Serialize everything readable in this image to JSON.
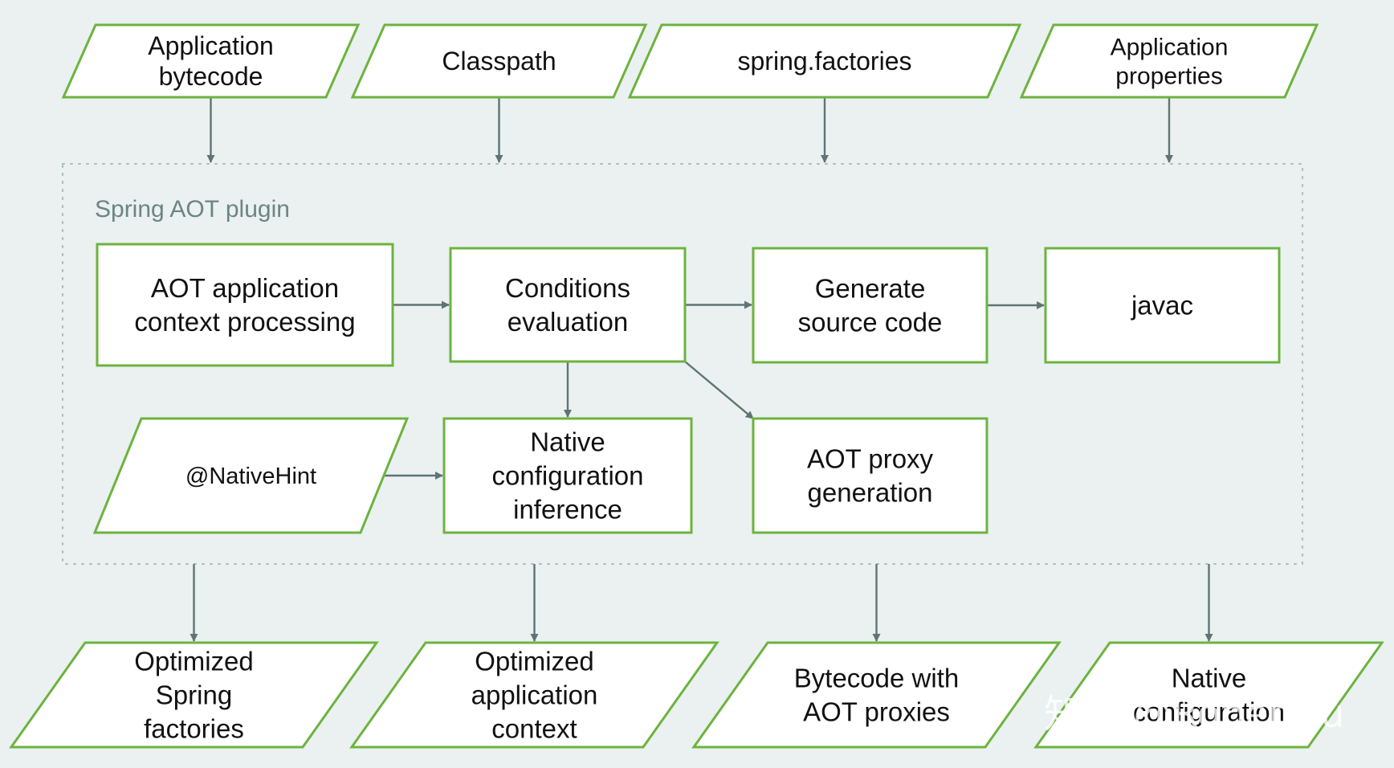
{
  "plugin_label": "Spring AOT plugin",
  "inputs": [
    {
      "id": "in-bytecode",
      "lines": [
        "Application",
        "bytecode"
      ]
    },
    {
      "id": "in-classpath",
      "lines": [
        "Classpath"
      ]
    },
    {
      "id": "in-spring-factories",
      "lines": [
        "spring.factories"
      ]
    },
    {
      "id": "in-properties",
      "lines": [
        "Application",
        "properties"
      ]
    }
  ],
  "process": [
    {
      "id": "aot-context-processing",
      "lines": [
        "AOT application",
        "context processing"
      ]
    },
    {
      "id": "conditions-evaluation",
      "lines": [
        "Conditions",
        "evaluation"
      ]
    },
    {
      "id": "generate-source-code",
      "lines": [
        "Generate",
        "source code"
      ]
    },
    {
      "id": "javac",
      "lines": [
        "javac"
      ]
    },
    {
      "id": "native-hint",
      "lines": [
        "@NativeHint"
      ]
    },
    {
      "id": "native-config-inference",
      "lines": [
        "Native",
        "configuration",
        "inference"
      ]
    },
    {
      "id": "aot-proxy-generation",
      "lines": [
        "AOT proxy",
        "generation"
      ]
    }
  ],
  "outputs": [
    {
      "id": "out-spring-factories",
      "lines": [
        "Optimized",
        "Spring",
        "factories"
      ]
    },
    {
      "id": "out-app-context",
      "lines": [
        "Optimized",
        "application",
        "context"
      ]
    },
    {
      "id": "out-bytecode-proxies",
      "lines": [
        "Bytecode with",
        "AOT proxies"
      ]
    },
    {
      "id": "out-native-config",
      "lines": [
        "Native",
        "configuration"
      ]
    }
  ],
  "edges": [
    [
      "in-bytecode",
      "plugin"
    ],
    [
      "in-classpath",
      "plugin"
    ],
    [
      "in-spring-factories",
      "plugin"
    ],
    [
      "in-properties",
      "plugin"
    ],
    [
      "aot-context-processing",
      "conditions-evaluation"
    ],
    [
      "conditions-evaluation",
      "generate-source-code"
    ],
    [
      "generate-source-code",
      "javac"
    ],
    [
      "conditions-evaluation",
      "native-config-inference"
    ],
    [
      "conditions-evaluation",
      "aot-proxy-generation"
    ],
    [
      "native-hint",
      "native-config-inference"
    ],
    [
      "plugin",
      "out-spring-factories"
    ],
    [
      "plugin",
      "out-app-context"
    ],
    [
      "plugin",
      "out-bytecode-proxies"
    ],
    [
      "plugin",
      "out-native-config"
    ]
  ],
  "watermark": "知乎 @RobertLu",
  "colors": {
    "background": "#eaf1f0",
    "node_stroke": "#6db33f",
    "arrow": "#5f7474",
    "frame": "#a9bcb9"
  }
}
